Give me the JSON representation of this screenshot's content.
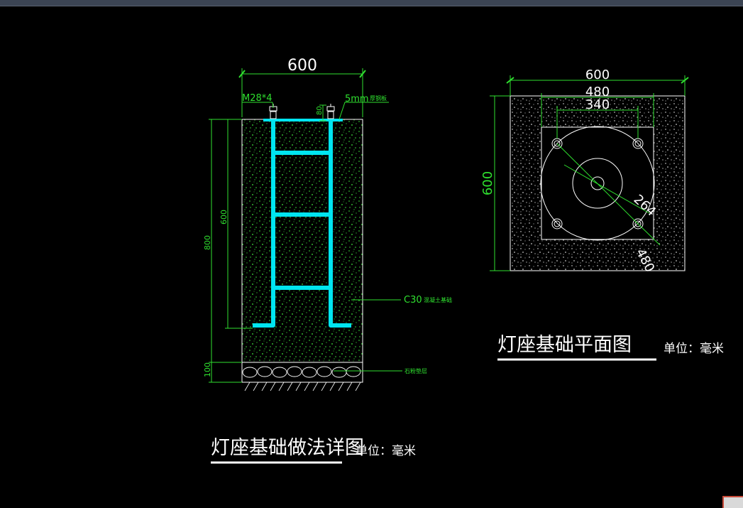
{
  "colors": {
    "background": "#000000",
    "dimension": "#2fe02f",
    "rebar": "#00e5f0",
    "outline": "#ffffff",
    "concrete_dots": "#40ff40"
  },
  "detail": {
    "dim_top": "600",
    "bolt_label": "M28*4",
    "bolt_height": "80",
    "plate_label": "5mm",
    "plate_note": "厚钢板",
    "dim_inner_height": "600",
    "dim_total_height": "800",
    "dim_base": "100",
    "concrete_label": "C30",
    "concrete_note": "混凝土基础",
    "gravel_note": "石粉垫层",
    "title": "灯座基础做法详图",
    "unit": "单位：毫米"
  },
  "plan": {
    "dim_outer": "600",
    "dim_mid": "480",
    "dim_inner": "340",
    "dim_side": "600",
    "dim_radius": "264",
    "dim_diag": "480",
    "title": "灯座基础平面图",
    "unit": "单位：毫米"
  }
}
